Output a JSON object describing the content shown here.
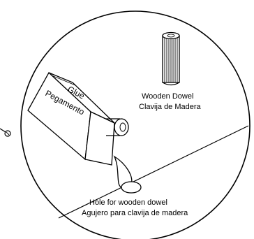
{
  "diagram": {
    "glue_label_en": "Glue",
    "glue_label_es": "Pegamento",
    "dowel_label_en": "Wooden Dowel",
    "dowel_label_es": "Clavija de Madera",
    "hole_label_en": "Hole for wooden dowel",
    "hole_label_es": "Agujero para clavija de madera"
  },
  "colors": {
    "ink": "#000000",
    "paper": "#ffffff"
  }
}
